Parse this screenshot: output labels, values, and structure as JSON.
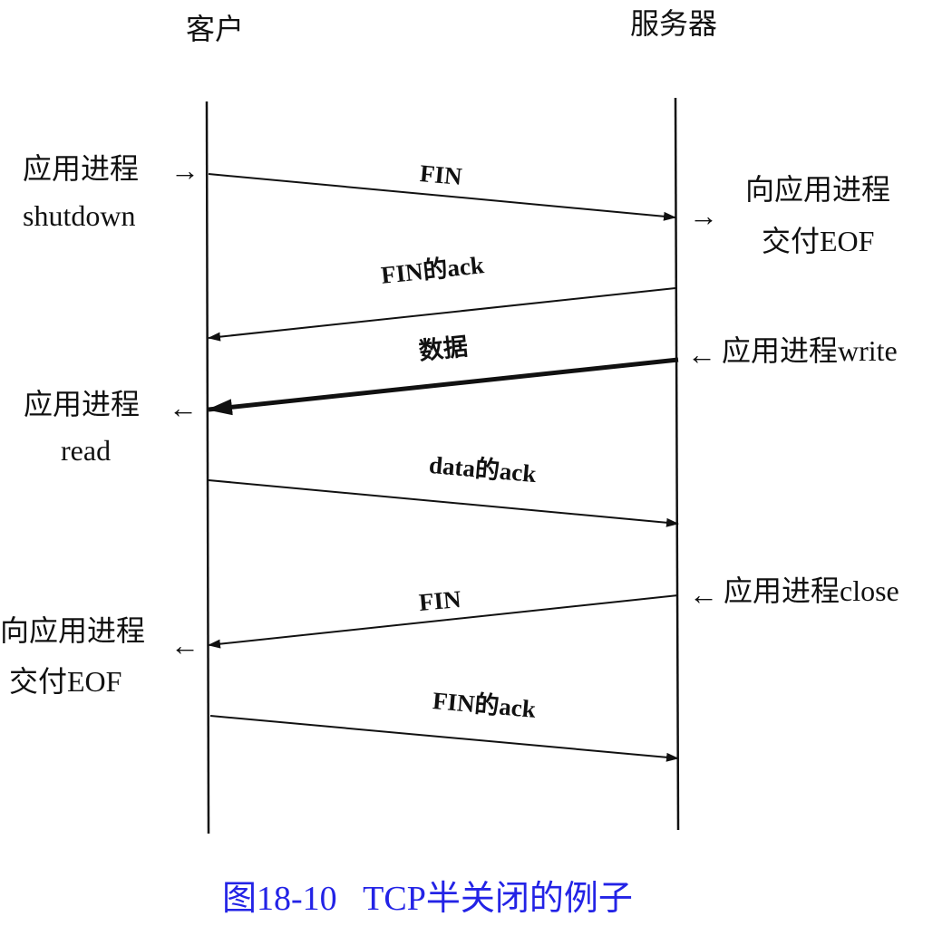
{
  "header": {
    "client": "客户",
    "server": "服务器"
  },
  "messages": [
    {
      "label": "FIN",
      "direction": "client-to-server"
    },
    {
      "label": "FIN的ack",
      "direction": "server-to-client"
    },
    {
      "label": "数据",
      "direction": "server-to-client",
      "emphasis": "thick"
    },
    {
      "label": "data的ack",
      "direction": "client-to-server"
    },
    {
      "label": "FIN",
      "direction": "server-to-client"
    },
    {
      "label": "FIN的ack",
      "direction": "client-to-server"
    }
  ],
  "client_events": [
    {
      "line1": "应用进程",
      "line2": "shutdown",
      "arrow": "→"
    },
    {
      "line1": "应用进程",
      "line2": "read",
      "arrow": "←"
    },
    {
      "line1": "向应用进程",
      "line2": "交付EOF",
      "arrow": "←"
    }
  ],
  "server_events": [
    {
      "line1": "向应用进程",
      "line2": "交付EOF",
      "arrow": "→"
    },
    {
      "text": "应用进程write",
      "arrow": "←"
    },
    {
      "text": "应用进程close",
      "arrow": "←"
    }
  ],
  "caption": "图18-10   TCP半关闭的例子",
  "colors": {
    "caption": "#2323e6",
    "line": "#111111"
  }
}
